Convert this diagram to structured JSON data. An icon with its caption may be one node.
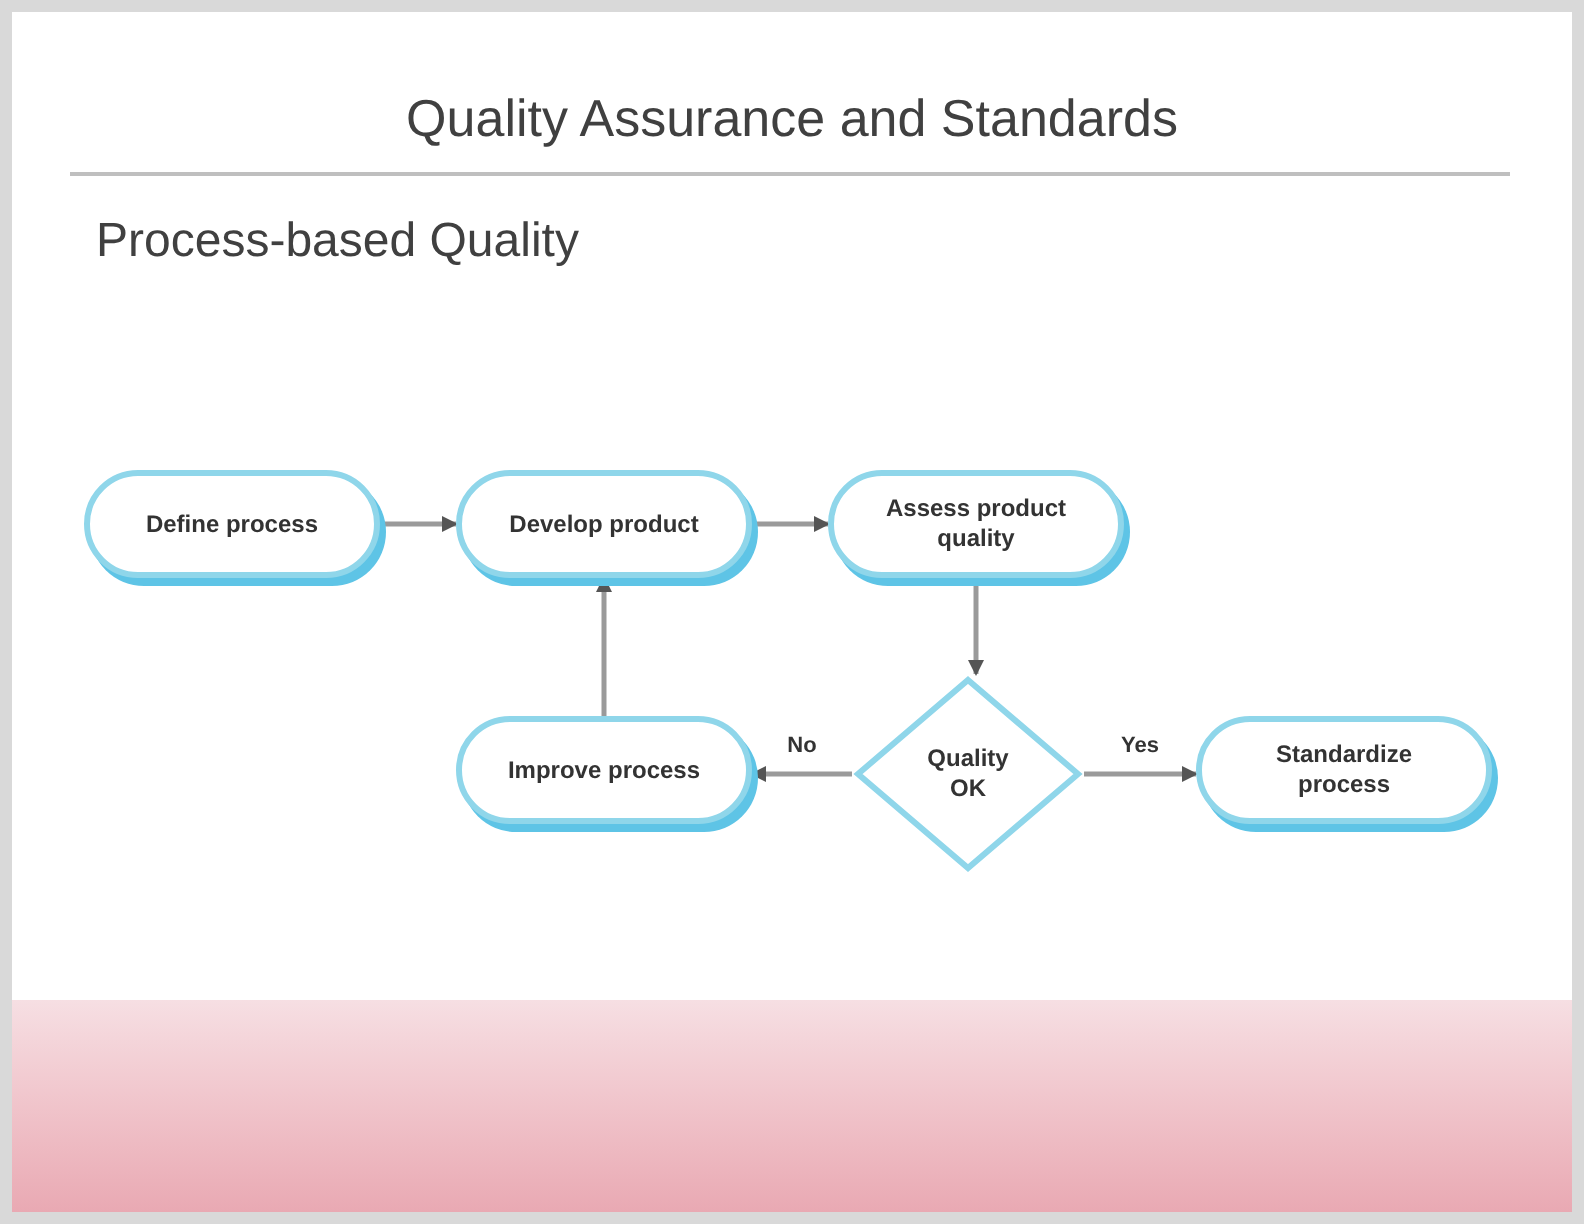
{
  "diagram": {
    "title": "Quality Assurance and Standards",
    "nodes": [
      {
        "text": [
          "Define process"
        ]
      },
      {
        "text": [
          "Develop product"
        ]
      },
      {
        "text": [
          "Assess product quality"
        ]
      },
      {
        "text": [
          "Quality OK"
        ]
      },
      {
        "text": [
          "Improve process"
        ]
      },
      {
        "text": [
          "Standardize process"
        ]
      }
    ],
    "edges": [
      {
        "from": 0,
        "to": 1,
        "arrow": "to"
      },
      {
        "from": 1,
        "to": 2,
        "arrow": "to"
      },
      {
        "from": 2,
        "to": 3,
        "arrow": "to"
      },
      {
        "from": 3,
        "to": 4,
        "label": "No",
        "arrow": "to"
      },
      {
        "from": 3,
        "to": 5,
        "label": "Yes",
        "arrow": "to"
      },
      {
        "from": 4,
        "to": 1,
        "arrow": "to"
      }
    ],
    "labels": [
      "Process-based Quality"
    ]
  }
}
